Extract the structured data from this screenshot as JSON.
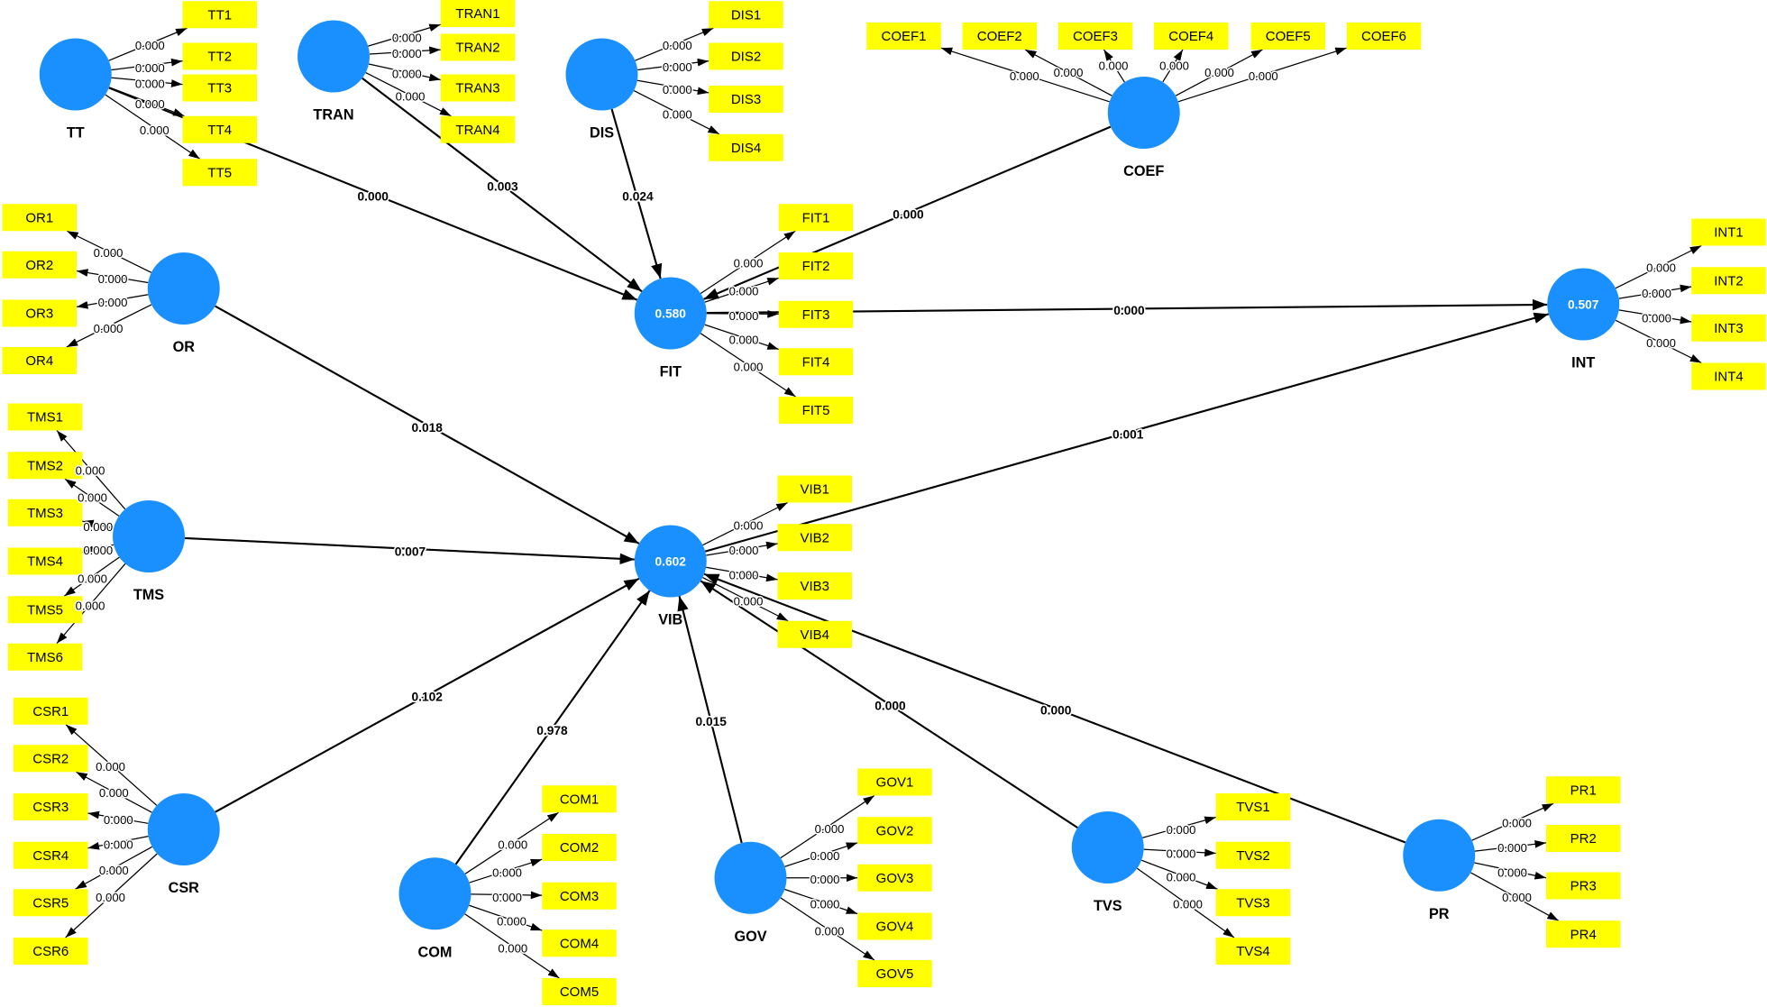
{
  "colors": {
    "construct_fill": "#1a90ff",
    "construct_value_text": "#ffffff",
    "indicator_fill": "#ffff00",
    "arrow": "#000000"
  },
  "constructs": [
    {
      "label": "TT",
      "indicators": [
        {
          "label": "TT1",
          "p_value": "0.000"
        },
        {
          "label": "TT2",
          "p_value": "0.000"
        },
        {
          "label": "TT3",
          "p_value": "0.000"
        },
        {
          "label": "TT4",
          "p_value": "0.000"
        },
        {
          "label": "TT5",
          "p_value": "0.000"
        }
      ]
    },
    {
      "label": "TRAN",
      "indicators": [
        {
          "label": "TRAN1",
          "p_value": "0.000"
        },
        {
          "label": "TRAN2",
          "p_value": "0.000"
        },
        {
          "label": "TRAN3",
          "p_value": "0.000"
        },
        {
          "label": "TRAN4",
          "p_value": "0.000"
        }
      ]
    },
    {
      "label": "DIS",
      "indicators": [
        {
          "label": "DIS1",
          "p_value": "0.000"
        },
        {
          "label": "DIS2",
          "p_value": "0.000"
        },
        {
          "label": "DIS3",
          "p_value": "0.000"
        },
        {
          "label": "DIS4",
          "p_value": "0.000"
        }
      ]
    },
    {
      "label": "COEF",
      "indicators": [
        {
          "label": "COEF1",
          "p_value": "0.000"
        },
        {
          "label": "COEF2",
          "p_value": "0.000"
        },
        {
          "label": "COEF3",
          "p_value": "0.000"
        },
        {
          "label": "COEF4",
          "p_value": "0.000"
        },
        {
          "label": "COEF5",
          "p_value": "0.000"
        },
        {
          "label": "COEF6",
          "p_value": "0.000"
        }
      ]
    },
    {
      "label": "OR",
      "indicators": [
        {
          "label": "OR1",
          "p_value": "0.000"
        },
        {
          "label": "OR2",
          "p_value": "0.000"
        },
        {
          "label": "OR3",
          "p_value": "0.000"
        },
        {
          "label": "OR4",
          "p_value": "0.000"
        }
      ]
    },
    {
      "label": "FIT",
      "value": "0.580",
      "indicators": [
        {
          "label": "FIT1",
          "p_value": "0.000"
        },
        {
          "label": "FIT2",
          "p_value": "0.000"
        },
        {
          "label": "FIT3",
          "p_value": "0.000"
        },
        {
          "label": "FIT4",
          "p_value": "0.000"
        },
        {
          "label": "FIT5",
          "p_value": "0.000"
        }
      ]
    },
    {
      "label": "INT",
      "value": "0.507",
      "indicators": [
        {
          "label": "INT1",
          "p_value": "0.000"
        },
        {
          "label": "INT2",
          "p_value": "0.000"
        },
        {
          "label": "INT3",
          "p_value": "0.000"
        },
        {
          "label": "INT4",
          "p_value": "0.000"
        }
      ]
    },
    {
      "label": "TMS",
      "indicators": [
        {
          "label": "TMS1",
          "p_value": "0.000"
        },
        {
          "label": "TMS2",
          "p_value": "0.000"
        },
        {
          "label": "TMS3",
          "p_value": "0.000"
        },
        {
          "label": "TMS4",
          "p_value": "0.000"
        },
        {
          "label": "TMS5",
          "p_value": "0.000"
        },
        {
          "label": "TMS6",
          "p_value": "0.000"
        }
      ]
    },
    {
      "label": "VIB",
      "value": "0.602",
      "indicators": [
        {
          "label": "VIB1",
          "p_value": "0.000"
        },
        {
          "label": "VIB2",
          "p_value": "0.000"
        },
        {
          "label": "VIB3",
          "p_value": "0.000"
        },
        {
          "label": "VIB4",
          "p_value": "0.000"
        }
      ]
    },
    {
      "label": "CSR",
      "indicators": [
        {
          "label": "CSR1",
          "p_value": "0.000"
        },
        {
          "label": "CSR2",
          "p_value": "0.000"
        },
        {
          "label": "CSR3",
          "p_value": "0.000"
        },
        {
          "label": "CSR4",
          "p_value": "0.000"
        },
        {
          "label": "CSR5",
          "p_value": "0.000"
        },
        {
          "label": "CSR6",
          "p_value": "0.000"
        }
      ]
    },
    {
      "label": "COM",
      "indicators": [
        {
          "label": "COM1",
          "p_value": "0.000"
        },
        {
          "label": "COM2",
          "p_value": "0.000"
        },
        {
          "label": "COM3",
          "p_value": "0.000"
        },
        {
          "label": "COM4",
          "p_value": "0.000"
        },
        {
          "label": "COM5",
          "p_value": "0.000"
        }
      ]
    },
    {
      "label": "GOV",
      "indicators": [
        {
          "label": "GOV1",
          "p_value": "0.000"
        },
        {
          "label": "GOV2",
          "p_value": "0.000"
        },
        {
          "label": "GOV3",
          "p_value": "0.000"
        },
        {
          "label": "GOV4",
          "p_value": "0.000"
        },
        {
          "label": "GOV5",
          "p_value": "0.000"
        }
      ]
    },
    {
      "label": "TVS",
      "indicators": [
        {
          "label": "TVS1",
          "p_value": "0.000"
        },
        {
          "label": "TVS2",
          "p_value": "0.000"
        },
        {
          "label": "TVS3",
          "p_value": "0.000"
        },
        {
          "label": "TVS4",
          "p_value": "0.000"
        }
      ]
    },
    {
      "label": "PR",
      "indicators": [
        {
          "label": "PR1",
          "p_value": "0.000"
        },
        {
          "label": "PR2",
          "p_value": "0.000"
        },
        {
          "label": "PR3",
          "p_value": "0.000"
        },
        {
          "label": "PR4",
          "p_value": "0.000"
        }
      ]
    }
  ],
  "paths": [
    {
      "from": "TT",
      "to": "FIT",
      "p_value": "0.000"
    },
    {
      "from": "TRAN",
      "to": "FIT",
      "p_value": "0.003"
    },
    {
      "from": "DIS",
      "to": "FIT",
      "p_value": "0.024"
    },
    {
      "from": "COEF",
      "to": "FIT",
      "p_value": "0.000"
    },
    {
      "from": "FIT",
      "to": "INT",
      "p_value": "0.000"
    },
    {
      "from": "OR",
      "to": "VIB",
      "p_value": "0.018"
    },
    {
      "from": "TMS",
      "to": "VIB",
      "p_value": "0.007"
    },
    {
      "from": "CSR",
      "to": "VIB",
      "p_value": "0.102"
    },
    {
      "from": "COM",
      "to": "VIB",
      "p_value": "0.978"
    },
    {
      "from": "GOV",
      "to": "VIB",
      "p_value": "0.015"
    },
    {
      "from": "TVS",
      "to": "VIB",
      "p_value": "0.000"
    },
    {
      "from": "PR",
      "to": "VIB",
      "p_value": "0.000"
    },
    {
      "from": "VIB",
      "to": "INT",
      "p_value": "0.001"
    }
  ]
}
